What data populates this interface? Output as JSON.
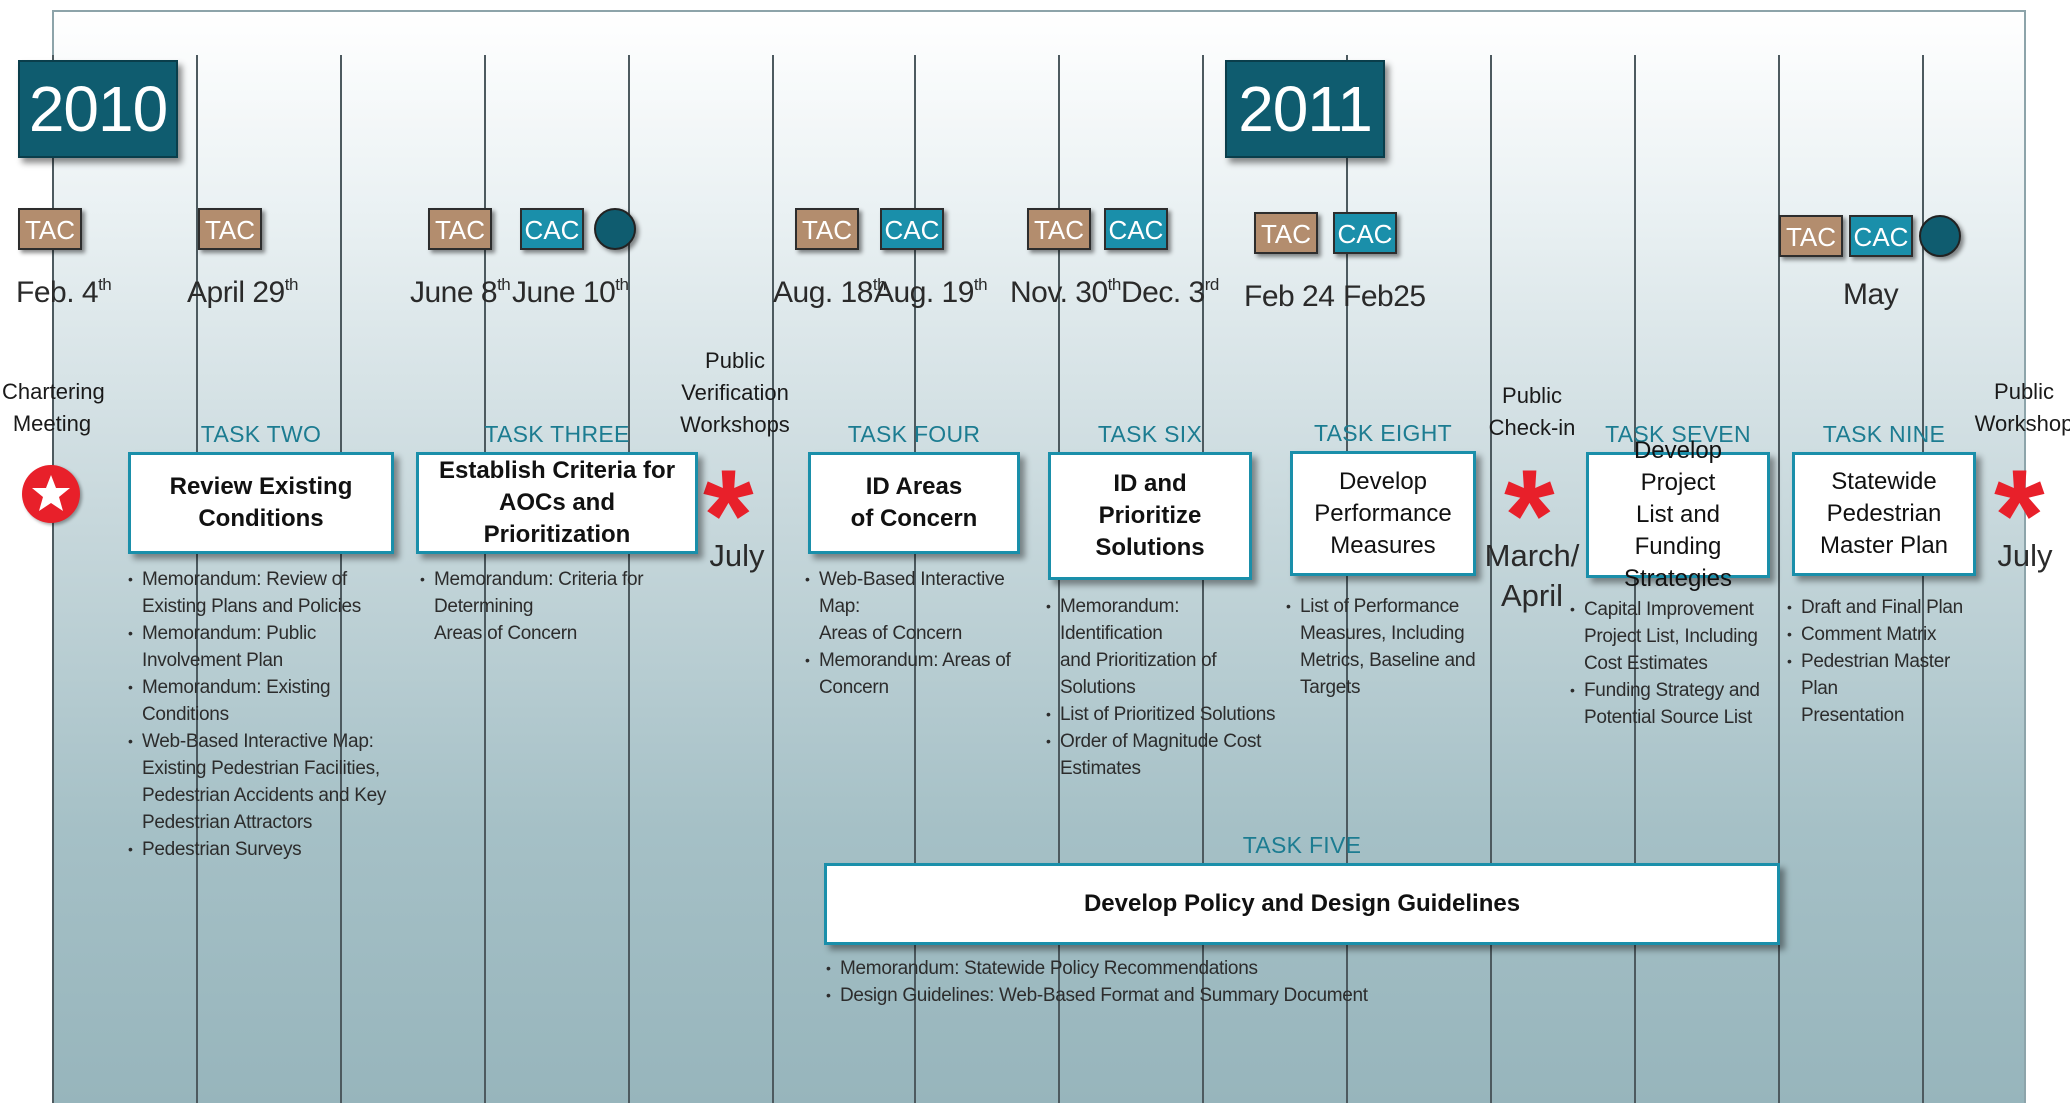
{
  "years": [
    "2010",
    "2011"
  ],
  "badges": {
    "tac": "TAC",
    "cac": "CAC"
  },
  "dates": {
    "feb4": {
      "main": "Feb. 4",
      "sup": "th"
    },
    "apr29": {
      "main": "April 29",
      "sup": "th"
    },
    "jun8": {
      "main": "June 8",
      "sup": "th"
    },
    "jun10": {
      "main": "June 10",
      "sup": "th"
    },
    "aug18": {
      "main": "Aug. 18",
      "sup": "th"
    },
    "aug19": {
      "main": "Aug. 19",
      "sup": "th"
    },
    "nov30": {
      "main": "Nov. 30",
      "sup": "th"
    },
    "dec3": {
      "main": "Dec. 3",
      "sup": "rd"
    },
    "feb24": {
      "main": "Feb 24"
    },
    "feb25": {
      "main": "Feb25"
    },
    "may": {
      "main": "May"
    }
  },
  "notes": {
    "chartering": [
      "Chartering",
      "Meeting"
    ],
    "verification": [
      "Public",
      "Verification",
      "Workshops"
    ],
    "checkin": [
      "Public",
      "Check-in"
    ],
    "workshop": [
      "Public",
      "Workshop"
    ],
    "july1": "July",
    "march_april": [
      "March/",
      "April"
    ],
    "july2": "July"
  },
  "asterisk": "*",
  "tasks": [
    {
      "label": "TASK TWO",
      "box": [
        "Review Existing",
        "Conditions"
      ],
      "bullets": [
        [
          "Memorandum: Review of",
          "Existing Plans and Policies"
        ],
        [
          "Memorandum: Public",
          "Involvement Plan"
        ],
        [
          "Memorandum: Existing Conditions"
        ],
        [
          "Web-Based Interactive Map:",
          "Existing Pedestrian Facilities,",
          "Pedestrian Accidents and Key",
          "Pedestrian Attractors"
        ],
        [
          "Pedestrian Surveys"
        ]
      ]
    },
    {
      "label": "TASK THREE",
      "box": [
        "Establish Criteria for",
        "AOCs and Prioritization"
      ],
      "bullets": [
        [
          "Memorandum: Criteria for Determining",
          "Areas of Concern"
        ]
      ]
    },
    {
      "label": "TASK FOUR",
      "box": [
        "ID Areas",
        "of Concern"
      ],
      "bullets": [
        [
          "Web-Based Interactive Map:",
          "Areas of Concern"
        ],
        [
          "Memorandum: Areas of",
          "Concern"
        ]
      ]
    },
    {
      "label": "TASK SIX",
      "box": [
        "ID and",
        "Prioritize",
        "Solutions"
      ],
      "bullets": [
        [
          "Memorandum: Identification",
          "and Prioritization of",
          "Solutions"
        ],
        [
          "List of Prioritized Solutions"
        ],
        [
          "Order of Magnitude Cost",
          "Estimates"
        ]
      ]
    },
    {
      "label": "TASK EIGHT",
      "box": [
        "Develop",
        "Performance",
        "Measures"
      ],
      "bullets": [
        [
          "List of Performance",
          "Measures, Including",
          "Metrics, Baseline and",
          "Targets"
        ]
      ]
    },
    {
      "label": "TASK SEVEN",
      "box": [
        "Develop Project",
        "List and Funding",
        "Strategies"
      ],
      "bullets": [
        [
          "Capital Improvement",
          "Project List, Including",
          "Cost Estimates"
        ],
        [
          "Funding Strategy and",
          "Potential Source List"
        ]
      ]
    },
    {
      "label": "TASK NINE",
      "box": [
        "Statewide",
        "Pedestrian",
        "Master Plan"
      ],
      "bullets": [
        [
          "Draft and Final Plan"
        ],
        [
          "Comment Matrix"
        ],
        [
          "Pedestrian Master Plan",
          "Presentation"
        ]
      ]
    },
    {
      "label": "TASK FIVE",
      "box": [
        "Develop Policy and Design Guidelines"
      ],
      "bullets": [
        [
          "Memorandum: Statewide Policy Recommendations"
        ],
        [
          "Design Guidelines: Web-Based Format and Summary Document"
        ]
      ]
    }
  ],
  "colors": {
    "year_bg": "#0f5c6f",
    "tac": "#b38d6e",
    "cac": "#1a8faa",
    "task_label": "#1c7c91",
    "asterisk": "#e8202a"
  }
}
